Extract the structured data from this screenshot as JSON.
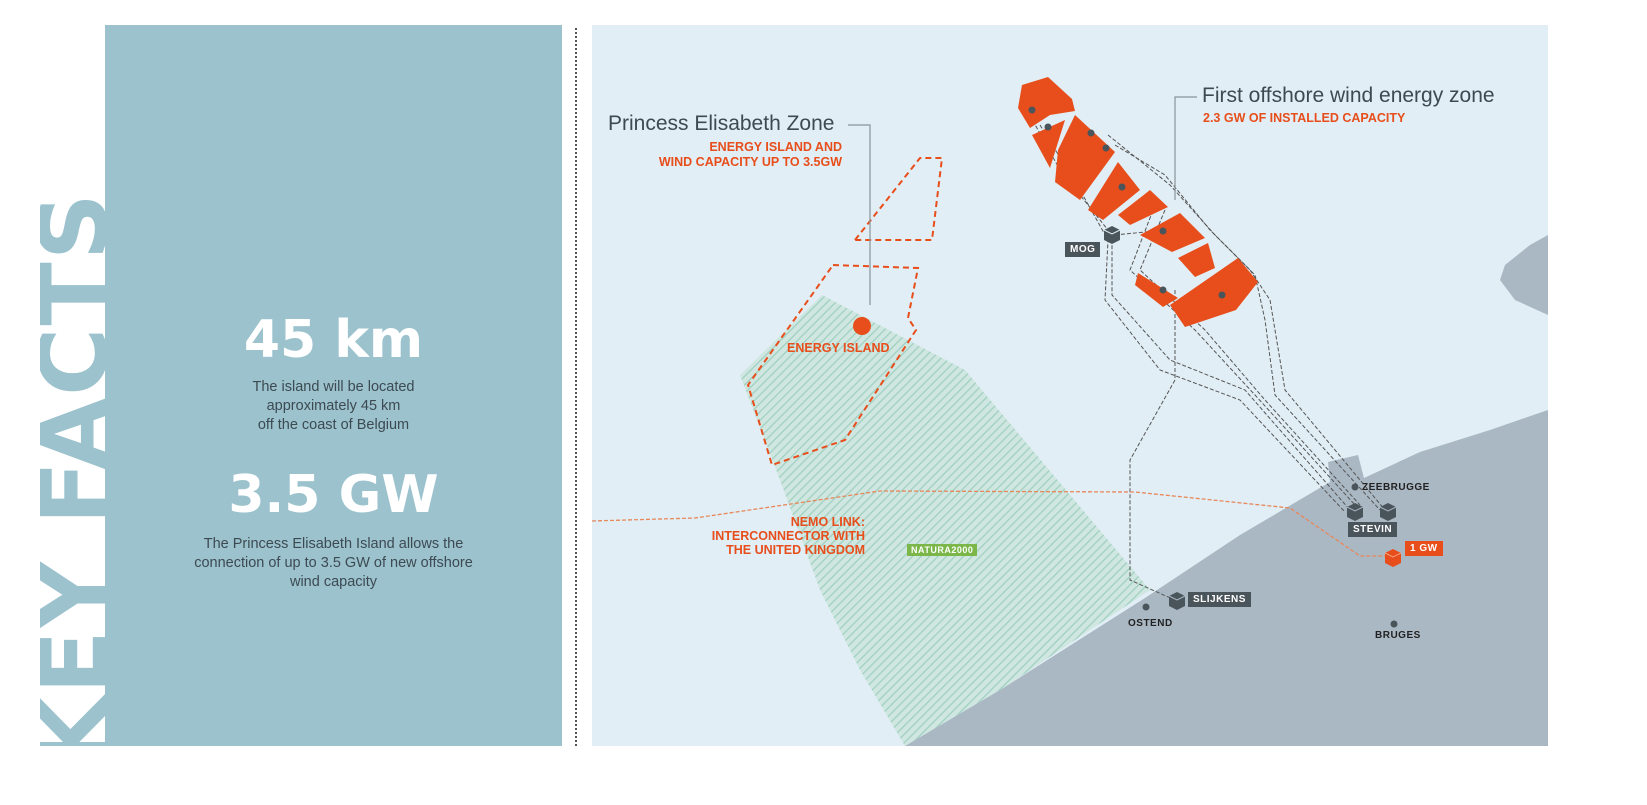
{
  "key_facts": {
    "heading": "KEY FACTS",
    "facts": [
      {
        "value": "45 km",
        "description_lines": [
          "The island will be located",
          "approximately 45 km",
          "off the coast of Belgium"
        ]
      },
      {
        "value": "3.5 GW",
        "description_lines": [
          "The Princess Elisabeth Island allows the",
          "connection of up to 3.5 GW of new offshore",
          "wind capacity"
        ]
      }
    ]
  },
  "map": {
    "princess_zone": {
      "title": "Princess Elisabeth Zone",
      "subtitle_lines": [
        "ENERGY ISLAND AND",
        "WIND CAPACITY UP TO 3.5GW"
      ]
    },
    "first_zone": {
      "title": "First offshore wind energy zone",
      "subtitle": "2.3 GW OF INSTALLED CAPACITY"
    },
    "energy_island_label": "ENERGY ISLAND",
    "nemo_link_lines": [
      "NEMO LINK:",
      "INTERCONNECTOR WITH",
      "THE UNITED KINGDOM"
    ],
    "natura_label": "NATURA2000",
    "substations": {
      "mog": "MOG",
      "stevin": "STEVIN",
      "slijkens": "SLIJKENS",
      "one_gw": "1 GW"
    },
    "cities": {
      "zeebrugge": "ZEEBRUGGE",
      "ostend": "OSTEND",
      "bruges": "BRUGES"
    },
    "colors": {
      "sea": "#e1eef5",
      "land": "#aab8c4",
      "orange": "#e84e1b",
      "natura": "#b9ddd3",
      "panel": "#9bc2cd",
      "dark": "#4a545b",
      "green_tag": "#7ab648"
    }
  }
}
